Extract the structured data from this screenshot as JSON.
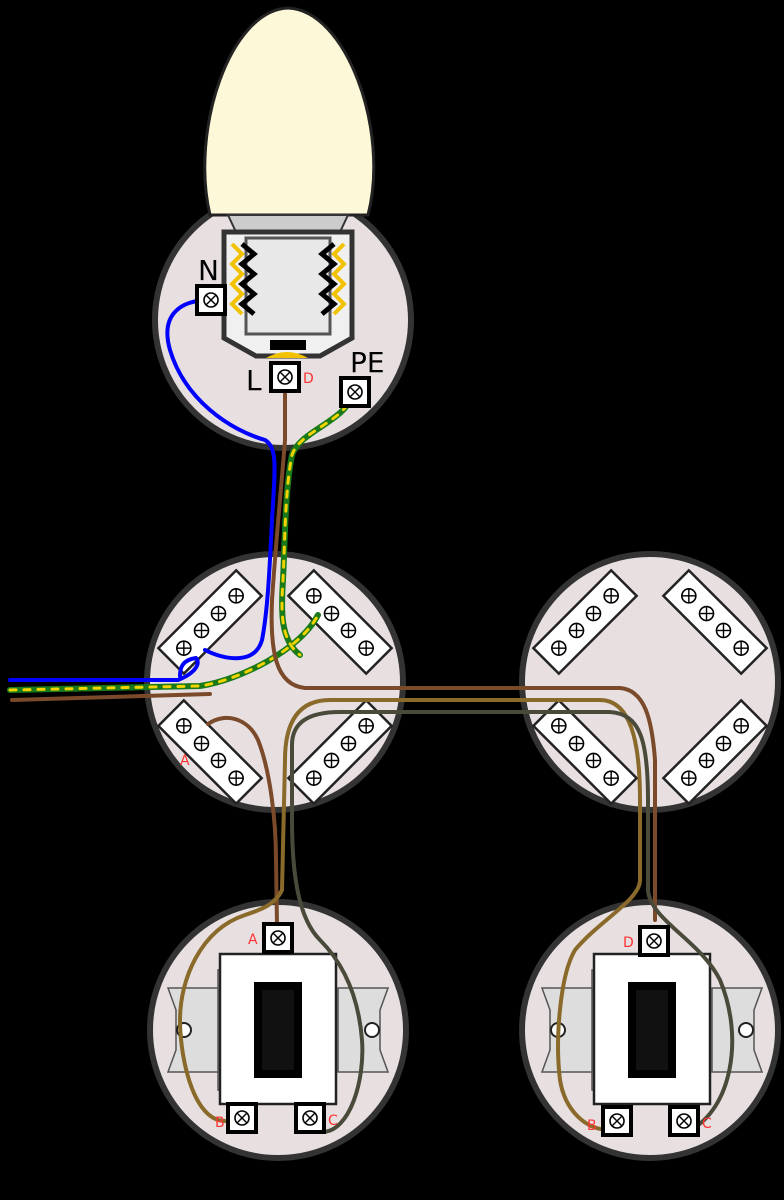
{
  "labels": {
    "neutral": "N",
    "line": "L",
    "earth": "PE",
    "ceiling_terminal": "D",
    "switch1_top": "A",
    "switch1_left": "B",
    "switch1_right": "C",
    "switch2_top": "D",
    "switch2_left": "B",
    "switch2_right": "C",
    "junction_terminal": "A"
  },
  "colors": {
    "background": "#000000",
    "box_fill": "#e7dfe0",
    "box_stroke": "#333333",
    "bulb": "#fdf8d8",
    "neutral_wire": "#0000ff",
    "line_wire": "#7a4a2a",
    "traveller_1": "#8a6a2a",
    "traveller_2": "#4a4a3a",
    "earth_green": "#1a7a1a",
    "earth_yellow": "#f2d200",
    "terminal_label": "#ff3333"
  }
}
